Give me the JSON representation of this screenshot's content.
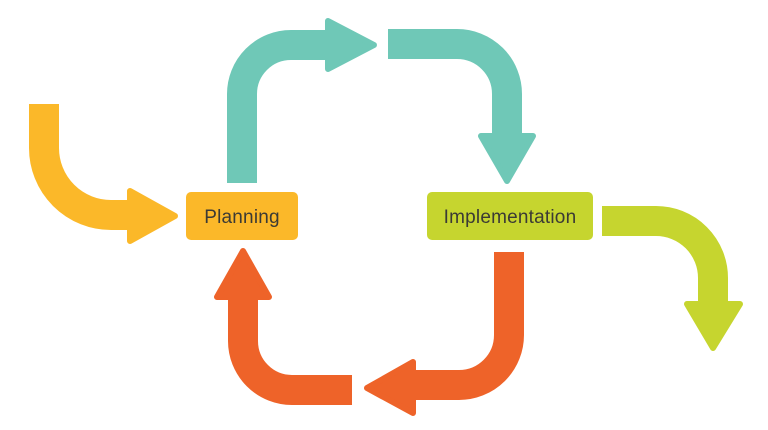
{
  "canvas": {
    "background": "#FFFFFF"
  },
  "nodes": {
    "text_color": "#3B3A35",
    "planning": {
      "label": "Planning",
      "fill": "#FBB829"
    },
    "implementation": {
      "label": "Implementation",
      "fill": "#C6D52F"
    }
  },
  "arrows": {
    "entry": {
      "color": "#FBB829",
      "from": "outside-left",
      "to": "planning"
    },
    "planning_to_top": {
      "color": "#6FC8B7",
      "from": "planning",
      "to": "top-center"
    },
    "top_to_implementation": {
      "color": "#6FC8B7",
      "from": "top-center",
      "to": "implementation"
    },
    "implementation_to_bottom": {
      "color": "#EE6329",
      "from": "implementation",
      "to": "bottom-center"
    },
    "bottom_to_planning": {
      "color": "#EE6329",
      "from": "bottom-center",
      "to": "planning"
    },
    "exit": {
      "color": "#C6D52F",
      "from": "implementation",
      "to": "outside-right"
    }
  }
}
